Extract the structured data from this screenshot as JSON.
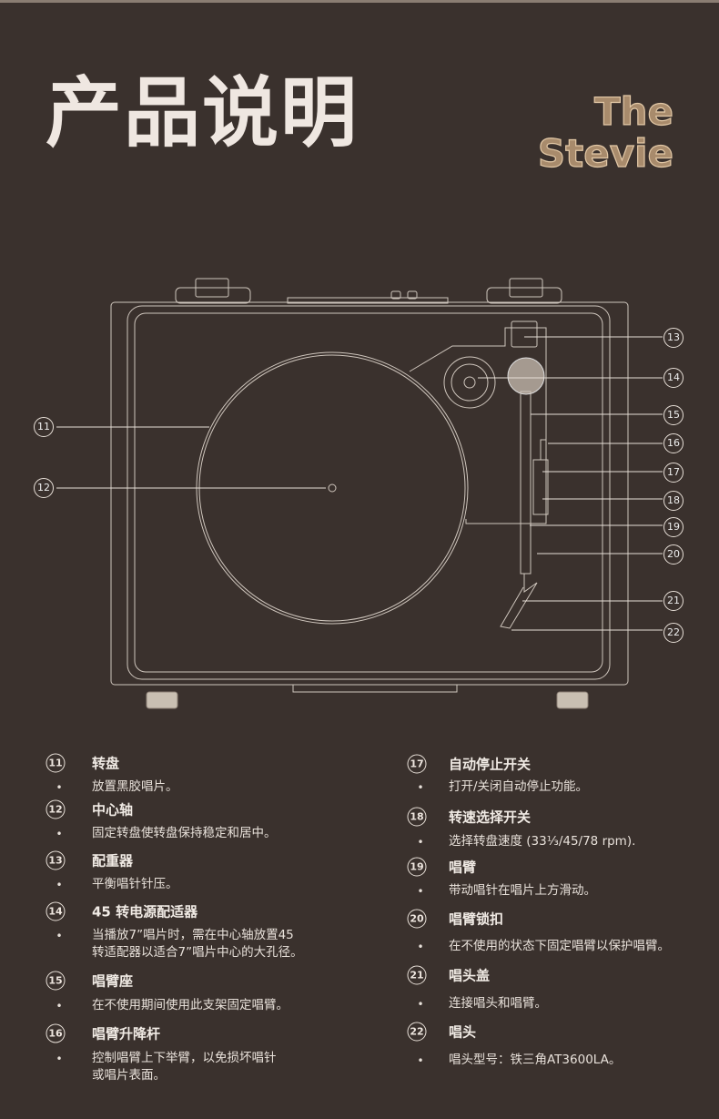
{
  "header": {
    "title": "产品说明",
    "logo_line1": "The",
    "logo_line2": "Stevie"
  },
  "callouts": [
    "11",
    "12",
    "13",
    "14",
    "15",
    "16",
    "17",
    "18",
    "19",
    "20",
    "21",
    "22"
  ],
  "items": [
    {
      "num": "11",
      "title": "转盘",
      "desc": [
        "放置黑胶唱片。"
      ]
    },
    {
      "num": "12",
      "title": "中心轴",
      "desc": [
        "固定转盘使转盘保持稳定和居中。"
      ]
    },
    {
      "num": "13",
      "title": "配重器",
      "desc": [
        "平衡唱针针压。"
      ]
    },
    {
      "num": "14",
      "title": "45 转电源配适器",
      "desc": [
        "当播放7”唱片时，需在中心轴放置45",
        "转适配器以适合7”唱片中心的大孔径。"
      ]
    },
    {
      "num": "15",
      "title": "唱臂座",
      "desc": [
        "在不使用期间使用此支架固定唱臂。"
      ]
    },
    {
      "num": "16",
      "title": "唱臂升降杆",
      "desc": [
        "控制唱臂上下举臂，以免损坏唱针",
        "或唱片表面。"
      ]
    },
    {
      "num": "17",
      "title": "自动停止开关",
      "desc": [
        "打开/关闭自动停止功能。"
      ]
    },
    {
      "num": "18",
      "title": "转速选择开关",
      "desc": [
        "选择转盘速度 (33⅓/45/78 rpm)."
      ]
    },
    {
      "num": "19",
      "title": "唱臂",
      "desc": [
        "带动唱针在唱片上方滑动。"
      ]
    },
    {
      "num": "20",
      "title": "唱臂锁扣",
      "desc": [
        "在不使用的状态下固定唱臂以保护唱臂。"
      ]
    },
    {
      "num": "21",
      "title": "唱头盖",
      "desc": [
        "连接唱头和唱臂。"
      ]
    },
    {
      "num": "22",
      "title": "唱头",
      "desc": [
        "唱头型号：铁三角AT3600LA。"
      ]
    }
  ],
  "bullet": "•",
  "colors": {
    "background": "#3a312d",
    "logo": "#c9a985",
    "line": "#d8cfc6"
  }
}
